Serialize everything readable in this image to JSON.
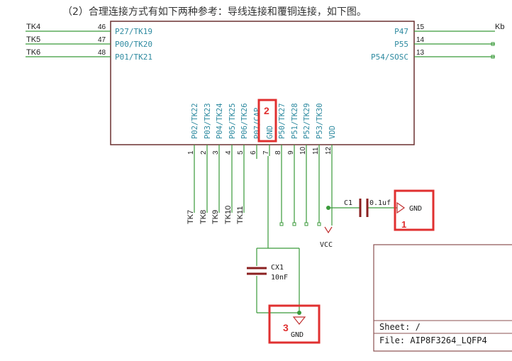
{
  "caption": "（2）合理连接方式有如下两种参考：导线连接和覆铜连接，如下图。",
  "colors": {
    "wire": "#3a9a3a",
    "pin_text": "#2e8aa0",
    "body": "#6b3030",
    "label": "#1a1a1a",
    "callout": "#e03030",
    "power": "#c03030"
  },
  "left_pins": [
    {
      "net": "TK4",
      "num": "46",
      "name": "P27/TK19"
    },
    {
      "net": "TK5",
      "num": "47",
      "name": "P00/TK20"
    },
    {
      "net": "TK6",
      "num": "48",
      "name": "P01/TK21"
    }
  ],
  "right_pins": [
    {
      "name": "P47",
      "num": "15",
      "net": "Kb"
    },
    {
      "name": "P55",
      "num": "14",
      "net": ""
    },
    {
      "name": "P54/SOSC",
      "num": "13",
      "net": ""
    }
  ],
  "bottom_pins": [
    {
      "num": "1",
      "name": "P02/TK22",
      "net": "TK7"
    },
    {
      "num": "2",
      "name": "P03/TK23",
      "net": "TK8"
    },
    {
      "num": "3",
      "name": "P04/TK24",
      "net": "TK9"
    },
    {
      "num": "4",
      "name": "P05/TK25",
      "net": "TK10"
    },
    {
      "num": "5",
      "name": "P06/TK26",
      "net": "TK11"
    },
    {
      "num": "6",
      "name": "P07/CAP",
      "net": ""
    },
    {
      "num": "7",
      "name": "GND",
      "net": ""
    },
    {
      "num": "8",
      "name": "P50/TK27",
      "net": ""
    },
    {
      "num": "9",
      "name": "P51/TK28",
      "net": ""
    },
    {
      "num": "10",
      "name": "P52/TK29",
      "net": ""
    },
    {
      "num": "11",
      "name": "P53/TK30",
      "net": ""
    },
    {
      "num": "12",
      "name": "VDD",
      "net": ""
    }
  ],
  "c1": {
    "ref": "C1",
    "value": "0.1uf",
    "gnd": "GND"
  },
  "cx1": {
    "ref": "CX1",
    "value": "10nF",
    "gnd": "GND"
  },
  "vcc_label": "VCC",
  "callouts": [
    "1",
    "2",
    "3"
  ],
  "sheet": {
    "line1": "Sheet: /",
    "line2": "File: AIP8F3264_LQFP4"
  }
}
